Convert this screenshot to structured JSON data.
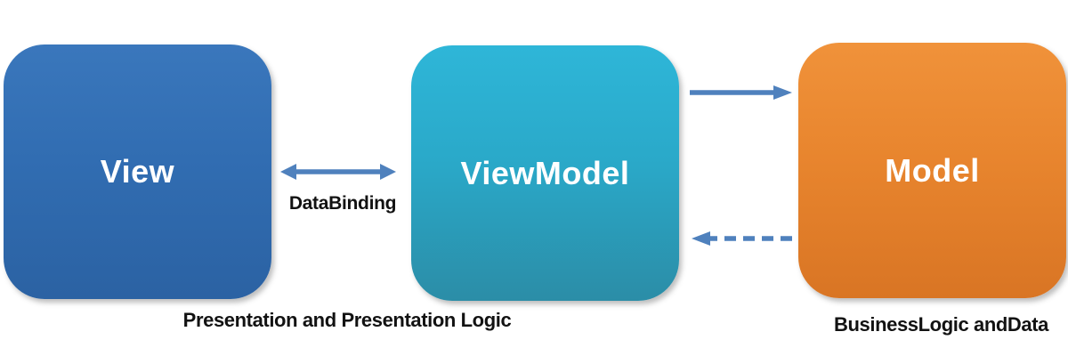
{
  "boxes": [
    {
      "label": "View"
    },
    {
      "label": "ViewModel"
    },
    {
      "label": "Model"
    }
  ],
  "arrows": {
    "data_binding_label": "DataBinding"
  },
  "captions": {
    "left": "Presentation and Presentation Logic",
    "right": "BusinessLogic andData"
  },
  "colors": {
    "view_top": "#3a77bc",
    "view_mid": "#316db2",
    "view_bottom": "#2b62a3",
    "viewmodel_top": "#2eb6d8",
    "viewmodel_mid": "#2aa9c9",
    "viewmodel_bottom": "#2b8da7",
    "model_top": "#f0923a",
    "model_mid": "#e8852e",
    "model_bottom": "#d97524",
    "arrow": "#4f81bd",
    "caption_text": "#121212"
  }
}
